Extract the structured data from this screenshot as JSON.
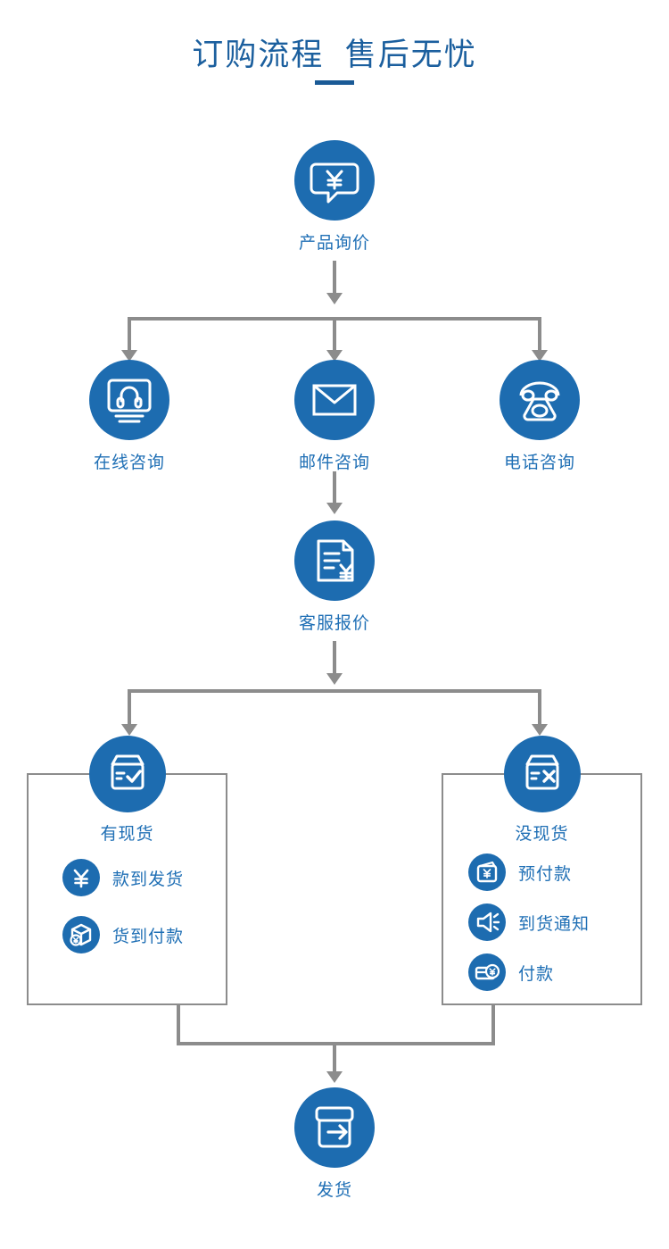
{
  "title": {
    "text": "订购流程  售后无忧",
    "accent_color": "#1a5a96"
  },
  "theme": {
    "blue": "#1d6cb0",
    "label_blue": "#1f6fb5",
    "connector_gray": "#8c8c8c",
    "background": "#ffffff"
  },
  "flow": {
    "start": {
      "label": "产品询价",
      "icon": "chat-bubble-yen-icon"
    },
    "contact_methods": [
      {
        "label": "在线咨询",
        "icon": "monitor-headset-icon"
      },
      {
        "label": "邮件咨询",
        "icon": "envelope-icon"
      },
      {
        "label": "电话咨询",
        "icon": "telephone-icon"
      }
    ],
    "quote": {
      "label": "客服报价",
      "icon": "document-yen-icon"
    },
    "stock_branches": [
      {
        "title": "有现货",
        "icon": "box-check-icon",
        "options": [
          {
            "label": "款到发货",
            "icon": "yen-icon"
          },
          {
            "label": "货到付款",
            "icon": "package-yen-icon"
          }
        ]
      },
      {
        "title": "没现货",
        "icon": "box-cross-icon",
        "options": [
          {
            "label": "预付款",
            "icon": "wallet-yen-icon"
          },
          {
            "label": "到货通知",
            "icon": "speaker-notify-icon"
          },
          {
            "label": "付款",
            "icon": "card-yen-icon"
          }
        ]
      }
    ],
    "end": {
      "label": "发货",
      "icon": "box-arrow-out-icon"
    }
  }
}
